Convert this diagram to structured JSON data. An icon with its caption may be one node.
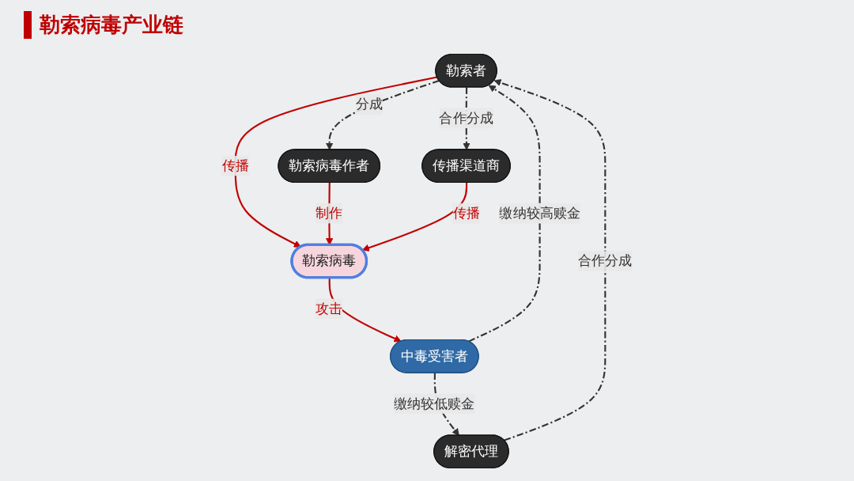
{
  "diagram": {
    "title": "勒索病毒产业链",
    "nodes": [
      {
        "text": [
          "勒索者"
        ]
      },
      {
        "text": [
          "勒索病毒作者"
        ]
      },
      {
        "text": [
          "勒索病毒"
        ]
      },
      {
        "text": [
          "传播渠道商"
        ]
      },
      {
        "text": [
          "解密代理"
        ]
      },
      {
        "text": [
          "中毒受害者"
        ]
      }
    ],
    "edges": [
      {
        "from": 0,
        "to": 2,
        "arrow": "to",
        "label": "传播",
        "color": "#c00000"
      },
      {
        "from": 1,
        "to": 2,
        "arrow": "to",
        "label": "制作",
        "color": "#c00000"
      },
      {
        "from": 3,
        "to": 2,
        "arrow": "to",
        "label": "传播",
        "color": "#c00000"
      },
      {
        "from": 2,
        "to": 5,
        "arrow": "to",
        "label": "攻击",
        "color": "#c00000"
      },
      {
        "from": 0,
        "to": 1,
        "arrow": "to",
        "label": "分成",
        "style": "dashed"
      },
      {
        "from": 0,
        "to": 3,
        "arrow": "to",
        "label": "合作分成",
        "style": "dashed"
      },
      {
        "from": 5,
        "to": 0,
        "arrow": "to",
        "label": "缴纳较高赎金",
        "style": "dashed"
      },
      {
        "from": 4,
        "to": 0,
        "arrow": "to",
        "label": "合作分成",
        "style": "dashed"
      },
      {
        "from": 5,
        "to": 4,
        "arrow": "to",
        "label": "缴纳较低赎金",
        "style": "dashed"
      }
    ]
  }
}
